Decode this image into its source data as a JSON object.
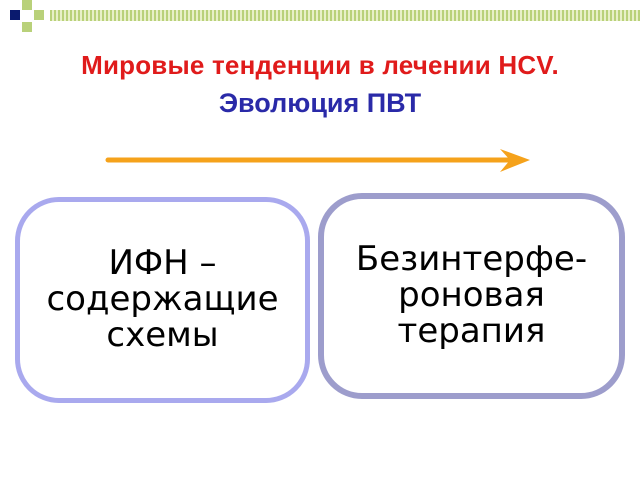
{
  "title": {
    "line1": "Мировые тенденции в лечении HCV.",
    "line2": "Эволюция ПВТ"
  },
  "boxes": {
    "left": {
      "lines": [
        "ИФН –",
        "содержащие",
        "схемы"
      ]
    },
    "right": {
      "lines": [
        "Безинтерфе-",
        "роновая",
        "терапия"
      ]
    }
  },
  "colors": {
    "title_red": "#e01b1b",
    "title_blue": "#2a2aa8",
    "arrow_orange": "#f5a21b",
    "box_left_border": "#a9a9ee",
    "box_right_border": "#9d9dcc",
    "deco_dark": "#0a1a6e",
    "deco_green": "#b9d17a"
  },
  "icons": {
    "arrow": "arrow-right-icon"
  }
}
